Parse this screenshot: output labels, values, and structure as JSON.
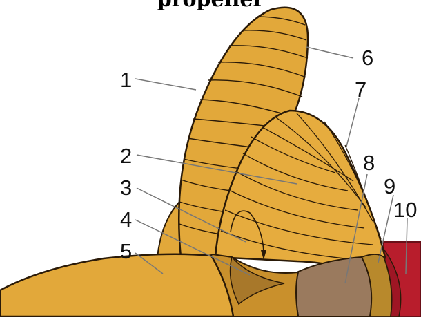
{
  "title_fragment": "propeller",
  "labels": [
    "1",
    "2",
    "3",
    "4",
    "5",
    "6",
    "7",
    "8",
    "9",
    "10"
  ],
  "colors": {
    "blade": "#e2a83a",
    "blade_shadow": "#c9902c",
    "blade_outline": "#2a1a08",
    "hub_brown": "#9a7a5e",
    "hub_ring": "#b8892c",
    "shaft_red": "#b81d2c",
    "leader": "#777777"
  }
}
